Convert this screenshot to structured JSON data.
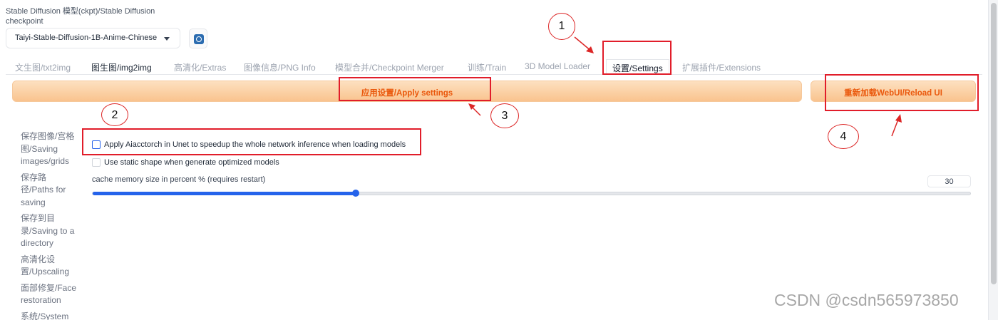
{
  "checkpoint": {
    "label": "Stable Diffusion 模型(ckpt)/Stable Diffusion checkpoint",
    "selected": "Taiyi-Stable-Diffusion-1B-Anime-Chinese",
    "refresh_icon": "refresh-icon"
  },
  "tabs": [
    {
      "label": "文生图/txt2img"
    },
    {
      "label": "图生图/img2img"
    },
    {
      "label": "高清化/Extras"
    },
    {
      "label": "图像信息/PNG Info"
    },
    {
      "label": "模型合并/Checkpoint Merger"
    },
    {
      "label": "训练/Train"
    },
    {
      "label": "3D Model Loader"
    },
    {
      "label": "设置/Settings",
      "active": true
    },
    {
      "label": "扩展插件/Extensions"
    }
  ],
  "buttons": {
    "apply": "应用设置/Apply settings",
    "reload": "重新加载WebUI/Reload UI"
  },
  "sidebar": [
    "保存图像/宫格图/Saving images/grids",
    "保存路径/Paths for saving",
    "保存到目录/Saving to a directory",
    "高清化设置/Upscaling",
    "面部修复/Face restoration",
    "系统/System"
  ],
  "options": {
    "aiacctorch": {
      "label": "Apply Aiacctorch in Unet to speedup the whole network inference when loading models",
      "checked": false
    },
    "static_shape": {
      "label": "Use static shape when generate optimized models",
      "checked": false
    },
    "cache": {
      "label": "cache memory size in percent % (requires restart)",
      "value": "30",
      "fraction": 0.3
    }
  },
  "annotations": [
    "1",
    "2",
    "3",
    "4"
  ],
  "watermark": "CSDN @csdn565973850",
  "colors": {
    "accent": "#2563eb",
    "button_text": "#ea580c",
    "annotation": "#e11d2a"
  }
}
